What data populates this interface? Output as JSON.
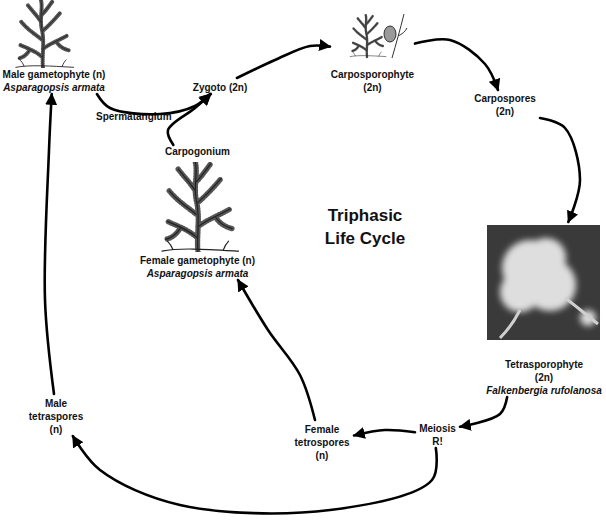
{
  "diagram": {
    "title": "Triphasic Life Cycle",
    "nodes": [
      {
        "text": [
          "Male gametophyte (n)",
          "Asparagopsis armata"
        ]
      },
      {
        "text": [
          "Zygoto (2n)"
        ]
      },
      {
        "text": [
          "Carposporophyte (2n)"
        ]
      },
      {
        "text": [
          "Carpospores (2n)"
        ]
      },
      {
        "text": [
          "Tetrasporophyte (2n)",
          "Falkenbergia rufolanosa"
        ]
      },
      {
        "text": [
          "Meiosis R!"
        ]
      },
      {
        "text": [
          "Female tetrospores (n)"
        ]
      },
      {
        "text": [
          "Carpogonium",
          "Female gametophyte (n)",
          "Asparagopsis armata"
        ]
      },
      {
        "text": [
          "Male tetraspores (n)"
        ]
      }
    ],
    "edges": [
      {
        "from": 0,
        "to": 1,
        "label": "Spermatangium",
        "arrow": "to"
      },
      {
        "from": 7,
        "to": 1,
        "arrow": "to"
      },
      {
        "from": 1,
        "to": 2,
        "arrow": "to"
      },
      {
        "from": 2,
        "to": 3,
        "arrow": "to"
      },
      {
        "from": 3,
        "to": 4,
        "arrow": "to"
      },
      {
        "from": 4,
        "to": 5,
        "arrow": "to"
      },
      {
        "from": 5,
        "to": 6,
        "arrow": "to"
      },
      {
        "from": 6,
        "to": 7,
        "arrow": "to"
      },
      {
        "from": 5,
        "to": 8,
        "arrow": "to"
      },
      {
        "from": 8,
        "to": 0,
        "arrow": "to"
      }
    ]
  }
}
